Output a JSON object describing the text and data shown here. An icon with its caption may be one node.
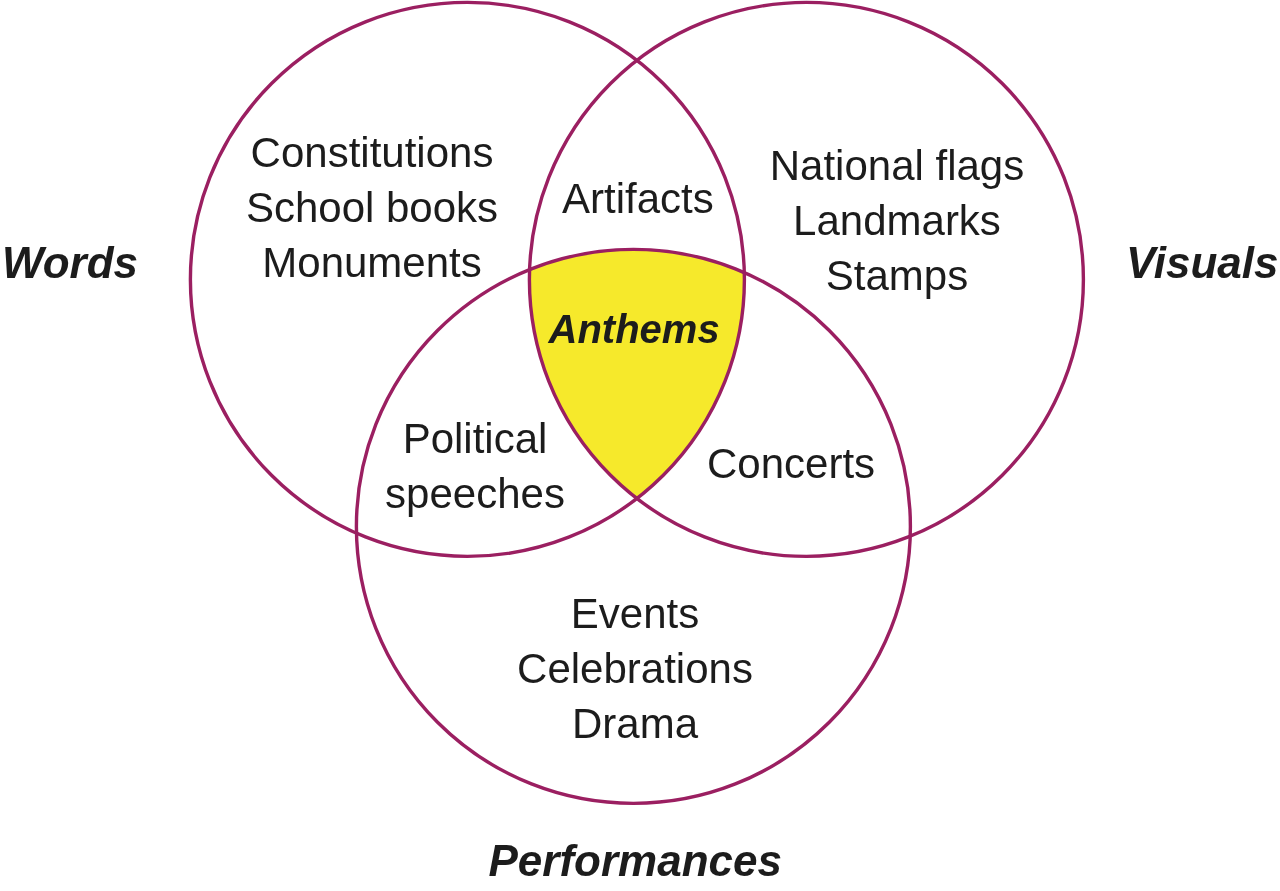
{
  "diagram": {
    "nodes": [
      {
        "text": [
          "Words",
          "Constitutions School books Monuments"
        ]
      },
      {
        "text": [
          "National flags Landmarks Stamps",
          "Visuals"
        ]
      },
      {
        "text": [
          "Anthems"
        ]
      },
      {
        "text": [
          "Events Celebrations Drama",
          "Performances"
        ]
      }
    ],
    "labels": [
      "Artifacts",
      "Political speeches",
      "Concerts"
    ]
  }
}
